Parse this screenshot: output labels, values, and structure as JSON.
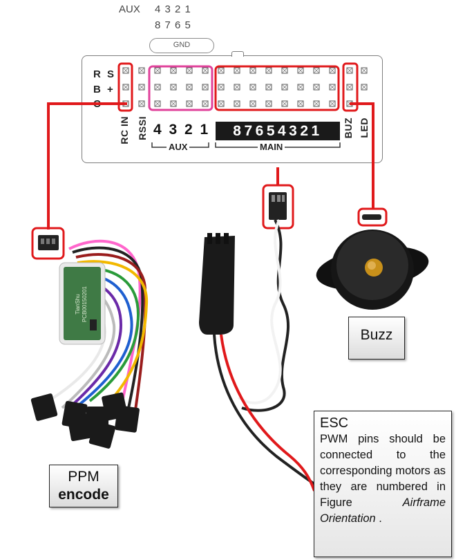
{
  "top": {
    "aux_label": "AUX",
    "aux_top_row": "4 3 2 1",
    "aux_bottom_row": "8 7 6 5",
    "gnd": "GND"
  },
  "board": {
    "row_left": [
      "R",
      "B",
      "C"
    ],
    "row_right": [
      "S",
      "+",
      ""
    ],
    "rc_in": "RC IN",
    "rssi": "RSSI",
    "aux_digits": "4 3 2 1",
    "aux_group": "AUX",
    "main_digits": "87654321",
    "main_group": "MAIN",
    "buz": "BUZ",
    "led": "LED"
  },
  "labels": {
    "buzz": "Buzz",
    "ppm_line1": "PPM",
    "ppm_line2": "encode",
    "esc_title": "ESC",
    "esc_text": "PWM pins should be connected to the corresponding motors as they are numbered in Figure",
    "esc_italic": "Airframe Orientation",
    "esc_end": " .",
    "ppm_board_text1": "TianShu",
    "ppm_board_text2": "PCB00150201"
  },
  "colors": {
    "highlight_red": "#e0191b",
    "highlight_pink": "#e0409a",
    "cable_red": "#e0191b",
    "board_green": "#3f7a45"
  }
}
